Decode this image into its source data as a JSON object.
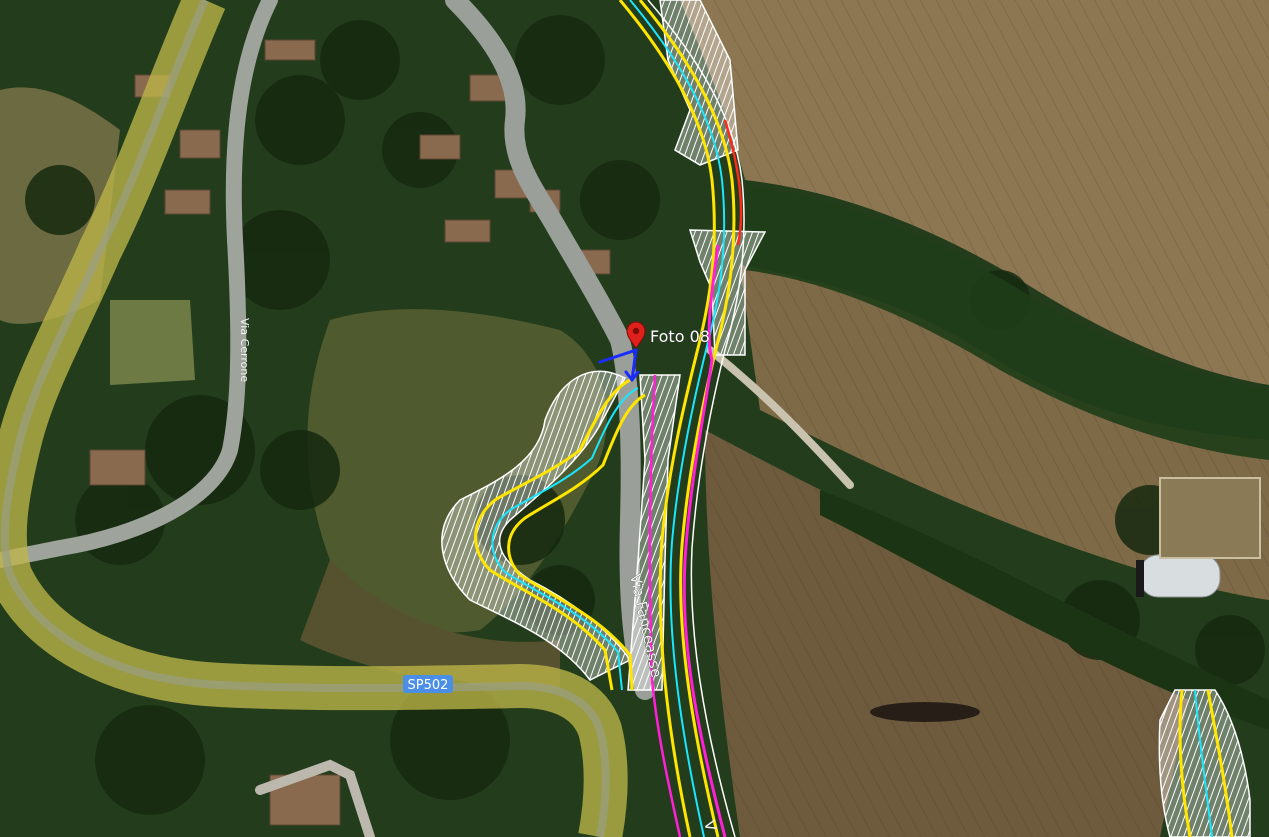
{
  "map": {
    "placemark": {
      "label": "Foto 08",
      "icon": "map-pin-icon",
      "color": "#e0201b"
    },
    "roads": {
      "sp502": "SP502",
      "via_left": "Via Cerrone",
      "via_center": "Via Fanceasse",
      "via_bottom": "V"
    },
    "colors": {
      "highway": "#c9c24a",
      "design_yellow": "#ffe500",
      "design_cyan": "#19e6ff",
      "design_magenta": "#ff1fd6",
      "design_red": "#ff2a1a",
      "arrow": "#1a2cff",
      "field": "#8a7451",
      "forest": "#1c3216"
    }
  }
}
